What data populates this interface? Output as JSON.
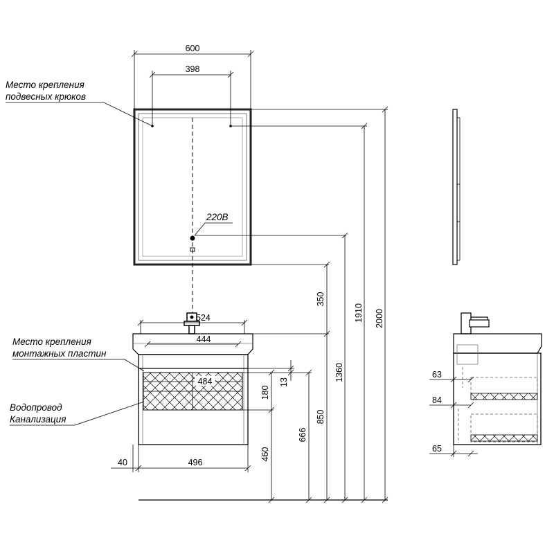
{
  "labels": {
    "hooks": [
      "Место крепления",
      "подвесных крюков"
    ],
    "plates": [
      "Место крепления",
      "монтажных пластин"
    ],
    "pipes": [
      "Водопровод",
      "Канализация"
    ],
    "power": "220В"
  },
  "dims": {
    "mirror_width": "600",
    "hook_spacing": "398",
    "basin_width": "524",
    "basin_inner": "444",
    "drawer_width": "484",
    "cabinet_width": "496",
    "side_offset": "40",
    "mirror_gap": "350",
    "power_height": "1360",
    "hook_height": "1910",
    "total_height": "2000",
    "basin_height": "850",
    "plate_height": "666",
    "plate_gap": "13",
    "pipe_zone": "180",
    "pipe_height": "460",
    "side_63": "63",
    "side_84": "84",
    "side_65": "65"
  },
  "colors": {
    "line": "#000000",
    "frame": "#333333"
  }
}
